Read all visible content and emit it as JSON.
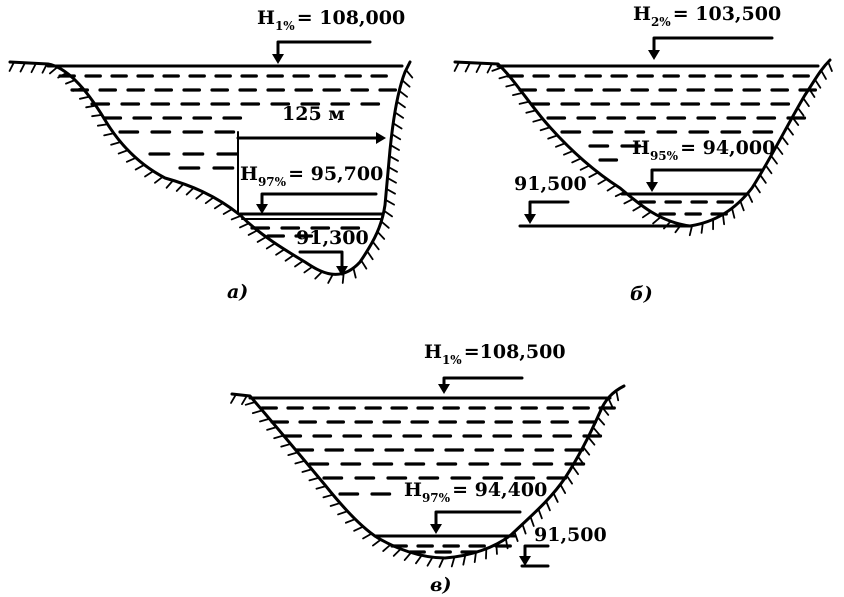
{
  "figure": {
    "panels": [
      {
        "id": "a",
        "caption": "а)",
        "levels": [
          {
            "symbol": "H",
            "subscript": "1%",
            "value": "= 108,000"
          },
          {
            "symbol": "H",
            "subscript": "97%",
            "value": "= 95,700"
          }
        ],
        "width_label": "125 м",
        "bottom_mark": "91,300"
      },
      {
        "id": "b",
        "caption": "б)",
        "levels": [
          {
            "symbol": "H",
            "subscript": "2%",
            "value": "= 103,500"
          },
          {
            "symbol": "H",
            "subscript": "95%",
            "value": "= 94,000"
          }
        ],
        "bottom_mark": "91,500"
      },
      {
        "id": "c",
        "caption": "в)",
        "levels": [
          {
            "symbol": "H",
            "subscript": "1%",
            "value": "=108,500"
          },
          {
            "symbol": "H",
            "subscript": "97%",
            "value": "= 94,400"
          }
        ],
        "bottom_mark": "91,500"
      }
    ]
  }
}
